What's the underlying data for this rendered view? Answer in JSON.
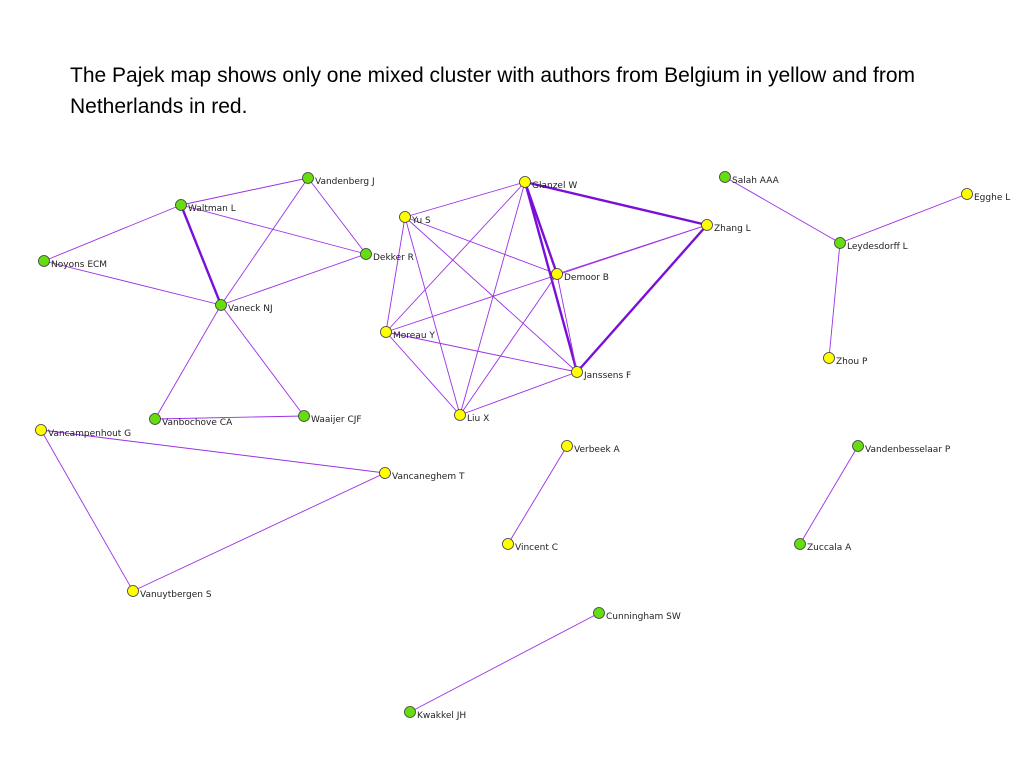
{
  "caption": "The Pajek map shows only one mixed cluster with authors from Belgium in yellow and from Netherlands in red.",
  "colors": {
    "green": "#66dd11",
    "yellow": "#ffff00",
    "edge": "#9b30e6",
    "edge_strong": "#7a10d8",
    "node_stroke": "#3a3a3a"
  },
  "nodes": [
    {
      "id": "vandenberg",
      "label": "Vandenberg J",
      "color": "green"
    },
    {
      "id": "waltman",
      "label": "Waltman L",
      "color": "green"
    },
    {
      "id": "noyons",
      "label": "Noyons ECM",
      "color": "green"
    },
    {
      "id": "dekker",
      "label": "Dekker R",
      "color": "green"
    },
    {
      "id": "vaneck",
      "label": "Vaneck NJ",
      "color": "green"
    },
    {
      "id": "vanbochove",
      "label": "Vanbochove CA",
      "color": "green"
    },
    {
      "id": "waaijer",
      "label": "Waaijer CJF",
      "color": "green"
    },
    {
      "id": "glanzel",
      "label": "Glanzel W",
      "color": "yellow"
    },
    {
      "id": "yus",
      "label": "Yu S",
      "color": "yellow"
    },
    {
      "id": "zhang",
      "label": "Zhang L",
      "color": "yellow"
    },
    {
      "id": "demoor",
      "label": "Demoor B",
      "color": "yellow"
    },
    {
      "id": "moreau",
      "label": "Moreau Y",
      "color": "yellow"
    },
    {
      "id": "janssens",
      "label": "Janssens F",
      "color": "yellow"
    },
    {
      "id": "liux",
      "label": "Liu X",
      "color": "yellow"
    },
    {
      "id": "salah",
      "label": "Salah AAA",
      "color": "green"
    },
    {
      "id": "egghe",
      "label": "Egghe L",
      "color": "yellow"
    },
    {
      "id": "leydesdorff",
      "label": "Leydesdorff L",
      "color": "green"
    },
    {
      "id": "zhoup",
      "label": "Zhou P",
      "color": "yellow"
    },
    {
      "id": "vancampenhout",
      "label": "Vancampenhout G",
      "color": "yellow"
    },
    {
      "id": "vancaneghem",
      "label": "Vancaneghem T",
      "color": "yellow"
    },
    {
      "id": "vanuytbergen",
      "label": "Vanuytbergen S",
      "color": "yellow"
    },
    {
      "id": "verbeek",
      "label": "Verbeek A",
      "color": "yellow"
    },
    {
      "id": "vincent",
      "label": "Vincent C",
      "color": "yellow"
    },
    {
      "id": "vandenbesselaar",
      "label": "Vandenbesselaar P",
      "color": "green"
    },
    {
      "id": "zuccala",
      "label": "Zuccala A",
      "color": "green"
    },
    {
      "id": "cunningham",
      "label": "Cunningham SW",
      "color": "green"
    },
    {
      "id": "kwakkel",
      "label": "Kwakkel JH",
      "color": "green"
    }
  ],
  "edges": [
    {
      "source": "waltman",
      "target": "vandenberg",
      "strong": false
    },
    {
      "source": "waltman",
      "target": "noyons",
      "strong": false
    },
    {
      "source": "waltman",
      "target": "dekker",
      "strong": false
    },
    {
      "source": "waltman",
      "target": "vaneck",
      "strong": true
    },
    {
      "source": "vandenberg",
      "target": "dekker",
      "strong": false
    },
    {
      "source": "vandenberg",
      "target": "vaneck",
      "strong": false
    },
    {
      "source": "noyons",
      "target": "vaneck",
      "strong": false
    },
    {
      "source": "vaneck",
      "target": "dekker",
      "strong": false
    },
    {
      "source": "vaneck",
      "target": "vanbochove",
      "strong": false
    },
    {
      "source": "vaneck",
      "target": "waaijer",
      "strong": false
    },
    {
      "source": "vanbochove",
      "target": "waaijer",
      "strong": false
    },
    {
      "source": "yus",
      "target": "glanzel",
      "strong": false
    },
    {
      "source": "yus",
      "target": "demoor",
      "strong": false
    },
    {
      "source": "yus",
      "target": "janssens",
      "strong": false
    },
    {
      "source": "yus",
      "target": "moreau",
      "strong": false
    },
    {
      "source": "yus",
      "target": "liux",
      "strong": false
    },
    {
      "source": "glanzel",
      "target": "zhang",
      "strong": true
    },
    {
      "source": "glanzel",
      "target": "demoor",
      "strong": true
    },
    {
      "source": "glanzel",
      "target": "janssens",
      "strong": true
    },
    {
      "source": "glanzel",
      "target": "moreau",
      "strong": false
    },
    {
      "source": "glanzel",
      "target": "liux",
      "strong": false
    },
    {
      "source": "zhang",
      "target": "demoor",
      "strong": false
    },
    {
      "source": "zhang",
      "target": "janssens",
      "strong": true
    },
    {
      "source": "zhang",
      "target": "moreau",
      "strong": false
    },
    {
      "source": "demoor",
      "target": "janssens",
      "strong": false
    },
    {
      "source": "demoor",
      "target": "liux",
      "strong": false
    },
    {
      "source": "moreau",
      "target": "janssens",
      "strong": false
    },
    {
      "source": "moreau",
      "target": "liux",
      "strong": false
    },
    {
      "source": "liux",
      "target": "janssens",
      "strong": false
    },
    {
      "source": "salah",
      "target": "leydesdorff",
      "strong": false
    },
    {
      "source": "egghe",
      "target": "leydesdorff",
      "strong": false
    },
    {
      "source": "leydesdorff",
      "target": "zhoup",
      "strong": false
    },
    {
      "source": "vancampenhout",
      "target": "vancaneghem",
      "strong": false
    },
    {
      "source": "vancampenhout",
      "target": "vanuytbergen",
      "strong": false
    },
    {
      "source": "vancaneghem",
      "target": "vanuytbergen",
      "strong": false
    },
    {
      "source": "verbeek",
      "target": "vincent",
      "strong": false
    },
    {
      "source": "vandenbesselaar",
      "target": "zuccala",
      "strong": false
    },
    {
      "source": "cunningham",
      "target": "kwakkel",
      "strong": false
    }
  ]
}
